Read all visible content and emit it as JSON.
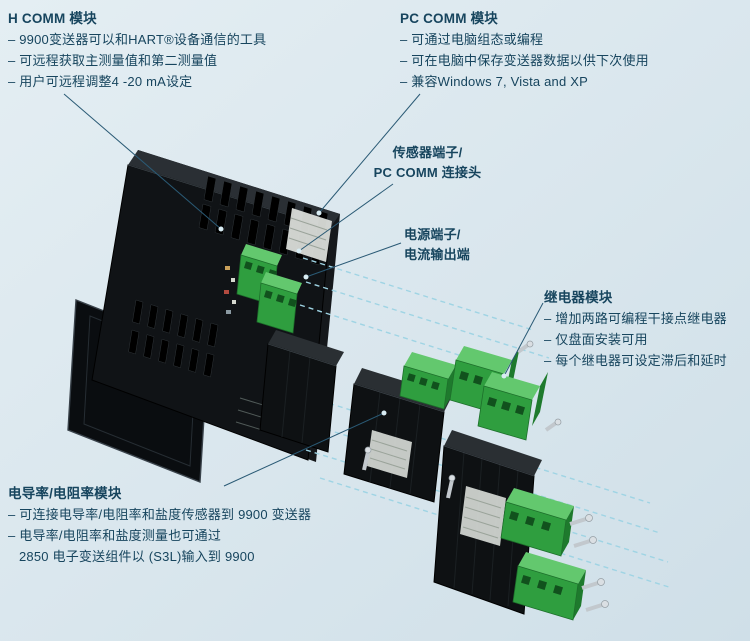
{
  "colors": {
    "background": "#d9e6ed",
    "text": "#17455e",
    "module_black": "#101316",
    "connector_green": "#3aa84b",
    "dashed_guide": "#9fd4e4",
    "leader_line": "#2a5a75"
  },
  "labels": {
    "h_comm": {
      "title": "H COMM 模块",
      "items": [
        "– 9900变送器可以和HART®设备通信的工具",
        "– 可远程获取主测量值和第二测量值",
        "– 用户可远程调整4 -20 mA设定"
      ]
    },
    "pc_comm": {
      "title": "PC COMM 模块",
      "items": [
        "– 可通过电脑组态或编程",
        "– 可在电脑中保存变送器数据以供下次使用",
        "– 兼容Windows 7, Vista and XP"
      ]
    },
    "sensor_terminal": {
      "line1": "传感器端子/",
      "line2": "PC COMM 连接头"
    },
    "power_terminal": {
      "line1": "电源端子/",
      "line2": "电流输出端"
    },
    "relay": {
      "title": "继电器模块",
      "items": [
        "– 增加两路可编程干接点继电器",
        "– 仅盘面安装可用",
        "– 每个继电器可设定滞后和延时"
      ]
    },
    "conductivity": {
      "title": "电导率/电阻率模块",
      "items": [
        "– 可连接电导率/电阻率和盐度传感器到 9900 变送器",
        "– 电导率/电阻率和盐度测量也可通过",
        "2850 电子变送组件以 (S3L)输入到 9900"
      ]
    }
  }
}
